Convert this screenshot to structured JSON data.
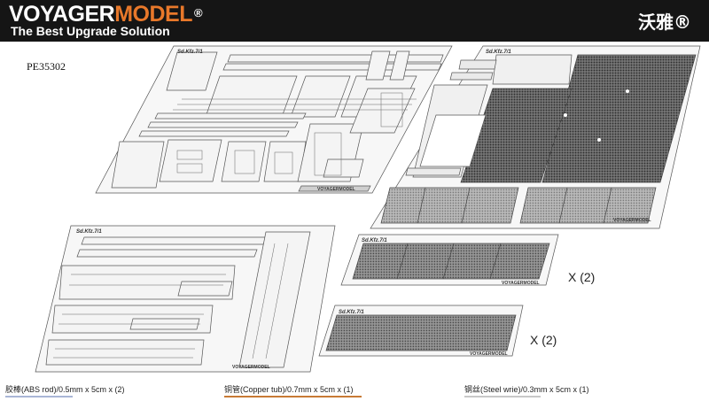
{
  "header": {
    "brand_part1": "VOYAGER",
    "brand_part2": "MODEL",
    "registered": "®",
    "tagline": "The Best Upgrade Solution",
    "chinese_brand": "沃雅®",
    "accent_color": "#e8782a",
    "background_color": "#151515"
  },
  "product_code": "PE35302",
  "fret_labels": {
    "stamp": "Sd.Kfz.7/1",
    "logo": "VOYAGERMODEL"
  },
  "quantities": {
    "fret_c": "X (2)",
    "fret_d": "X (2)"
  },
  "rods": [
    {
      "label": "胶棒(ABS rod)/0.5mm x 5cm x (2)",
      "color": "#a9b6d6"
    },
    {
      "label": "铜管(Copper tub)/0.7mm x 5cm x (1)",
      "color": "#c87a35"
    },
    {
      "label": "钢丝(Steel wrie)/0.3mm x 5cm x (1)",
      "color": "#c8c8c8"
    }
  ]
}
